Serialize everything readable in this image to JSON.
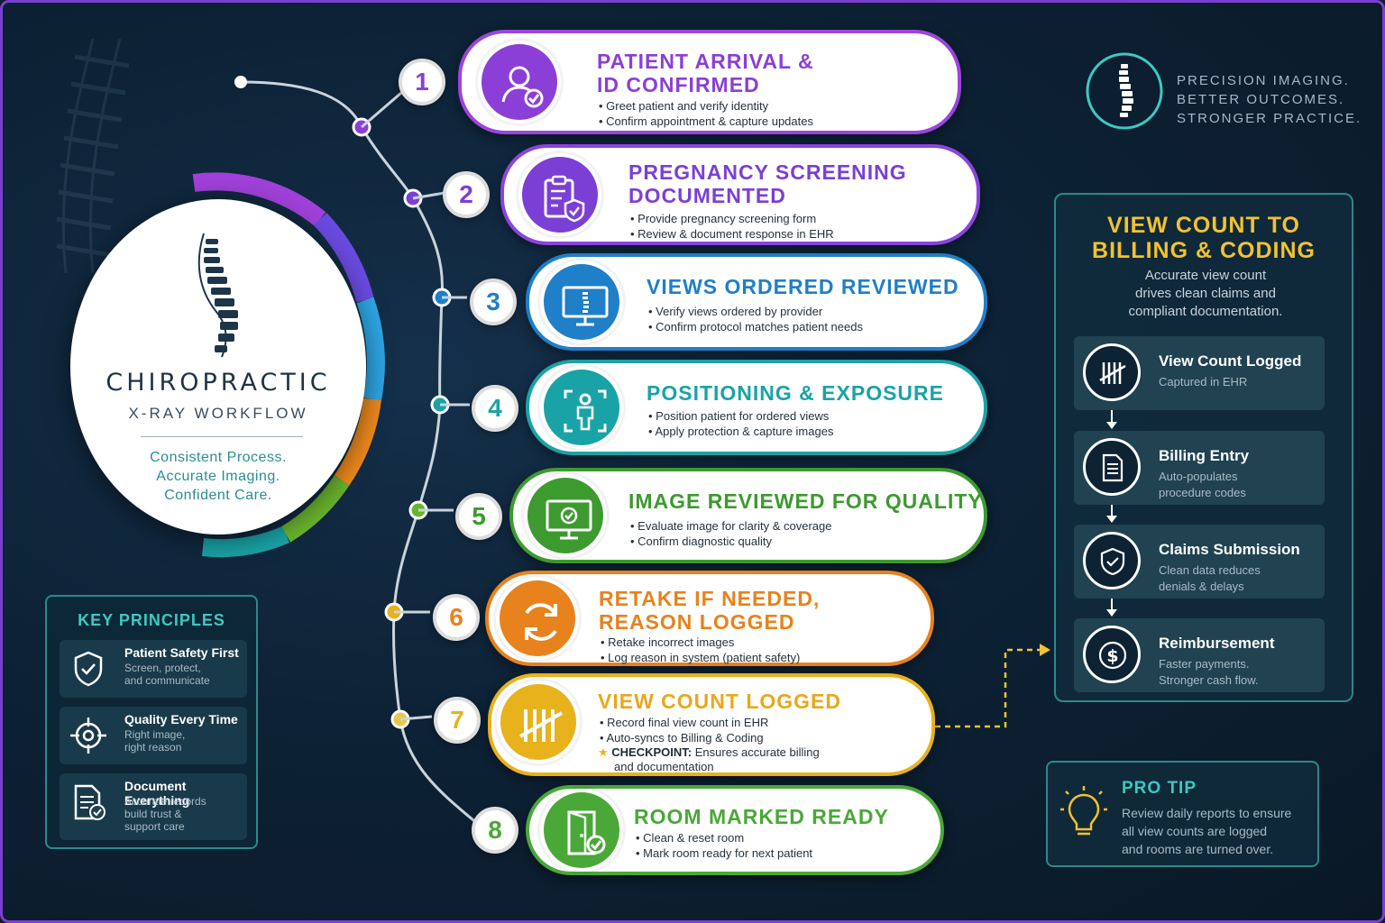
{
  "hub": {
    "title": "CHIROPRACTIC",
    "subtitle": "X-RAY WORKFLOW",
    "tagline_lines": [
      "Consistent Process.",
      "Accurate Imaging.",
      "Confident Care."
    ]
  },
  "principles": {
    "heading": "KEY PRINCIPLES",
    "items": [
      {
        "title": "Patient Safety First",
        "lines": [
          "Screen, protect,",
          "and communicate"
        ],
        "icon": "shield-check-icon"
      },
      {
        "title": "Quality Every Time",
        "lines": [
          "Right image,",
          "right reason"
        ],
        "icon": "target-icon"
      },
      {
        "title": "Document Everything",
        "lines": [
          "Accurate records",
          "build trust &",
          "support care"
        ],
        "icon": "document-check-icon"
      }
    ]
  },
  "steps": [
    {
      "num": "1",
      "title_lines": [
        "Patient Arrival &",
        "ID Confirmed"
      ],
      "bullets": [
        "Greet patient and verify identity",
        "Confirm appointment & capture updates"
      ],
      "color": "#8b3fd6",
      "icon": "user-check-icon"
    },
    {
      "num": "2",
      "title_lines": [
        "Pregnancy Screening",
        "Documented"
      ],
      "bullets": [
        "Provide pregnancy screening form",
        "Review & document response in EHR"
      ],
      "color": "#7b3fd6",
      "icon": "clipboard-shield-icon"
    },
    {
      "num": "3",
      "title_lines": [
        "Views Ordered Reviewed"
      ],
      "bullets": [
        "Verify views ordered by provider",
        "Confirm protocol matches patient needs"
      ],
      "color": "#1f7fc8",
      "icon": "monitor-spine-icon"
    },
    {
      "num": "4",
      "title_lines": [
        "Positioning & Exposure"
      ],
      "bullets": [
        "Position patient for ordered views",
        "Apply protection & capture images"
      ],
      "color": "#1aa3a6",
      "icon": "person-frame-icon"
    },
    {
      "num": "5",
      "title_lines": [
        "Image Reviewed for Quality"
      ],
      "bullets": [
        "Evaluate image for clarity & coverage",
        "Confirm diagnostic quality"
      ],
      "color": "#3d9a2f",
      "icon": "monitor-check-icon"
    },
    {
      "num": "6",
      "title_lines": [
        "Retake if Needed,",
        "Reason Logged"
      ],
      "bullets": [
        "Retake incorrect images",
        "Log reason in system (patient safety)"
      ],
      "color": "#e8821c",
      "icon": "refresh-icon"
    },
    {
      "num": "7",
      "title_lines": [
        "View Count Logged"
      ],
      "bullets": [
        "Record final view count in EHR",
        "Auto-syncs to Billing & Coding"
      ],
      "checkpoint_label": "CHECKPOINT:",
      "checkpoint_text": "Ensures accurate billing",
      "checkpoint_text2": "and documentation",
      "color": "#e8b21c",
      "icon": "tally-icon"
    },
    {
      "num": "8",
      "title_lines": [
        "Room Marked Ready"
      ],
      "bullets": [
        "Clean & reset room",
        "Mark room ready for next patient"
      ],
      "color": "#4aa838",
      "icon": "door-check-icon"
    }
  ],
  "tagline": [
    "PRECISION IMAGING.",
    "BETTER OUTCOMES.",
    "STRONGER PRACTICE."
  ],
  "billing": {
    "heading_lines": [
      "VIEW COUNT TO",
      "BILLING & CODING"
    ],
    "desc_lines": [
      "Accurate view count",
      "drives clean claims and",
      "compliant documentation."
    ],
    "items": [
      {
        "title": "View Count Logged",
        "lines": [
          "Captured in EHR"
        ],
        "icon": "tally-icon"
      },
      {
        "title": "Billing Entry",
        "lines": [
          "Auto-populates",
          "procedure codes"
        ],
        "icon": "document-icon"
      },
      {
        "title": "Claims Submission",
        "lines": [
          "Clean data reduces",
          "denials & delays"
        ],
        "icon": "shield-check-icon"
      },
      {
        "title": "Reimbursement",
        "lines": [
          "Faster payments.",
          "Stronger cash flow."
        ],
        "icon": "dollar-icon"
      }
    ]
  },
  "protip": {
    "heading": "PRO TIP",
    "lines": [
      "Review daily reports to ensure",
      "all view counts are logged",
      "and rooms are turned over."
    ],
    "icon": "lightbulb-icon"
  },
  "colors": {
    "purple": "#8b3fd6",
    "blue": "#1f7fc8",
    "teal": "#1aa3a6",
    "green": "#3d9a2f",
    "orange": "#e8821c",
    "yellow": "#e8b21c",
    "gold": "#f2c230",
    "accent_teal": "#3fc8c0"
  }
}
